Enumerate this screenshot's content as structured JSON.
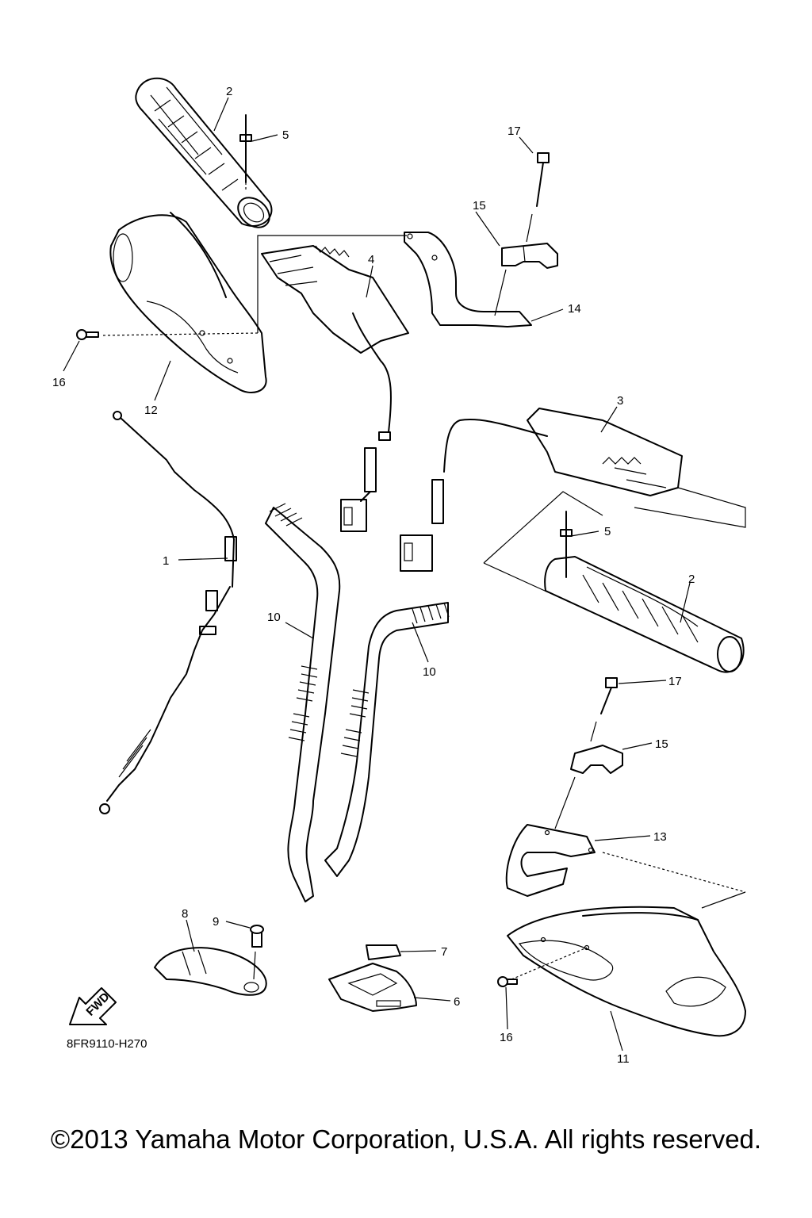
{
  "diagram_code": "8FR9110-H270",
  "copyright": "©2013 Yamaha Motor Corporation, U.S.A. All rights reserved.",
  "fwd_label": "FWD",
  "callouts": [
    {
      "id": "c2a",
      "label": "2"
    },
    {
      "id": "c5a",
      "label": "5"
    },
    {
      "id": "c17a",
      "label": "17"
    },
    {
      "id": "c15a",
      "label": "15"
    },
    {
      "id": "c4",
      "label": "4"
    },
    {
      "id": "c14",
      "label": "14"
    },
    {
      "id": "c16a",
      "label": "16"
    },
    {
      "id": "c12",
      "label": "12"
    },
    {
      "id": "c3",
      "label": "3"
    },
    {
      "id": "c5b",
      "label": "5"
    },
    {
      "id": "c2b",
      "label": "2"
    },
    {
      "id": "c1",
      "label": "1"
    },
    {
      "id": "c10a",
      "label": "10"
    },
    {
      "id": "c10b",
      "label": "10"
    },
    {
      "id": "c17b",
      "label": "17"
    },
    {
      "id": "c15b",
      "label": "15"
    },
    {
      "id": "c13",
      "label": "13"
    },
    {
      "id": "c8",
      "label": "8"
    },
    {
      "id": "c9",
      "label": "9"
    },
    {
      "id": "c7",
      "label": "7"
    },
    {
      "id": "c6",
      "label": "6"
    },
    {
      "id": "c16b",
      "label": "16"
    },
    {
      "id": "c11",
      "label": "11"
    }
  ]
}
